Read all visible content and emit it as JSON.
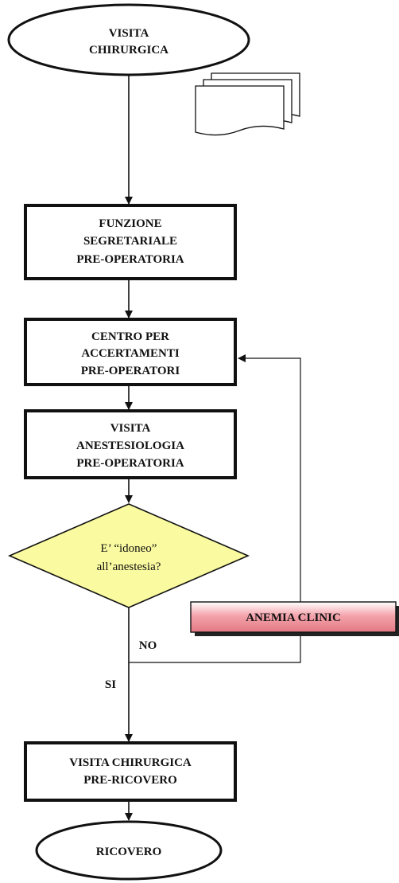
{
  "diagram": {
    "nodes": {
      "start": {
        "lines": [
          "VISITA",
          "CHIRURGICA"
        ]
      },
      "segreteria": {
        "lines": [
          "FUNZIONE",
          "SEGRETARIALE",
          "PRE-OPERATORIA"
        ]
      },
      "centro": {
        "lines": [
          "CENTRO PER",
          "ACCERTAMENTI",
          "PRE-OPERATORI"
        ]
      },
      "anestesia": {
        "lines": [
          "VISITA",
          "ANESTESIOLOGIA",
          "PRE-OPERATORIA"
        ]
      },
      "decisione": {
        "lines": [
          "E’ “idoneo”",
          "all’anestesia?"
        ]
      },
      "anemia": {
        "lines": [
          "ANEMIA CLINIC"
        ]
      },
      "prericovero": {
        "lines": [
          "VISITA CHIRURGICA",
          "PRE-RICOVERO"
        ]
      },
      "end": {
        "lines": [
          "RICOVERO"
        ]
      }
    },
    "edge_labels": {
      "no": "NO",
      "si": "SI"
    },
    "colors": {
      "decision_fill": "#fafaa0",
      "anemia_fill": "#f08890"
    }
  }
}
